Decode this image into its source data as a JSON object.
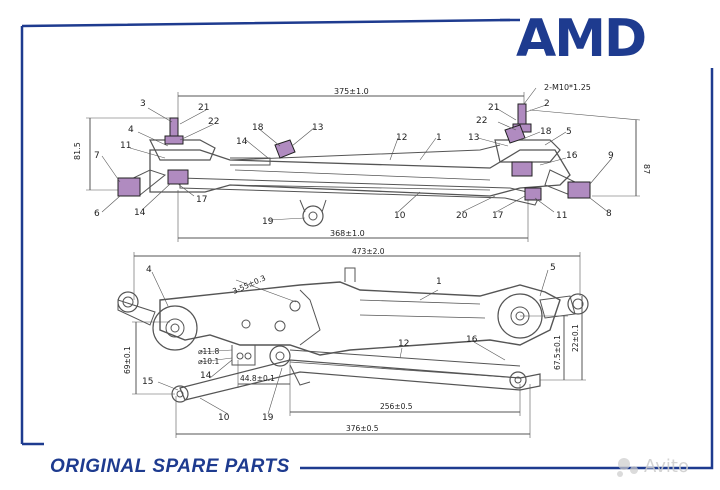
{
  "brand": {
    "logo_text": "AMD",
    "tagline": "ORIGINAL SPARE PARTS",
    "color": "#1e3b8f"
  },
  "watermark": {
    "text": "Avito"
  },
  "colors": {
    "frame": "#1e3b8f",
    "line": "#555555",
    "highlight": "#b08bc0",
    "highlight_dark": "#222222"
  },
  "upper_view": {
    "labels": {
      "l1": "1",
      "l2": "2",
      "l3": "3",
      "l4": "4",
      "l5": "5",
      "l6": "6",
      "l7": "7",
      "l8": "8",
      "l9": "9",
      "l10": "10",
      "l11a": "11",
      "l11b": "11",
      "l12": "12",
      "l13a": "13",
      "l13b": "13",
      "l14a": "14",
      "l14b": "14",
      "l16": "16",
      "l17a": "17",
      "l17b": "17",
      "l18a": "18",
      "l18b": "18",
      "l19": "19",
      "l20": "20",
      "l21a": "21",
      "l21b": "21",
      "l22a": "22",
      "l22b": "22"
    },
    "dimensions": {
      "top_span": "375±1.0",
      "thread": "2-M10*1.25",
      "left_height": "81.5",
      "right_height": "87",
      "bottom_span": "368±1.0"
    }
  },
  "lower_view": {
    "labels": {
      "l1": "1",
      "l4": "4",
      "l5": "5",
      "l10": "10",
      "l12": "12",
      "l14": "14",
      "l15": "15",
      "l16": "16",
      "l19": "19"
    },
    "dimensions": {
      "top_span": "473±2.0",
      "slot": "3-55±0.3",
      "d1": "⌀11.8",
      "d2": "⌀10.1",
      "left_height": "69±0.1",
      "hole_pitch": "44.8±0.1",
      "right_h1": "67.5±0.1",
      "right_h2": "22±0.1",
      "rod_len": "256±0.5",
      "bottom_span": "376±0.5"
    }
  }
}
